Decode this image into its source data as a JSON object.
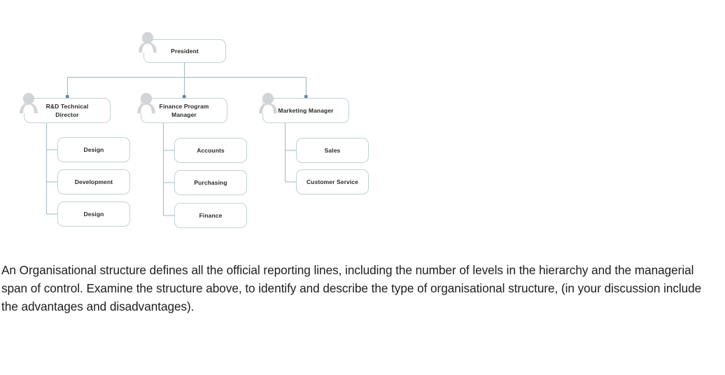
{
  "chart_data": {
    "type": "diagram",
    "diagram_type": "organisational-chart",
    "title": "",
    "nodes": [
      {
        "id": "president",
        "label": "President",
        "level": 0,
        "parent": null,
        "has_avatar": true
      },
      {
        "id": "rnd",
        "label": "R&D Technical\nDirector",
        "level": 1,
        "parent": "president",
        "has_avatar": true
      },
      {
        "id": "finance_mgr",
        "label": "Finance Program\nManager",
        "level": 1,
        "parent": "president",
        "has_avatar": true
      },
      {
        "id": "marketing",
        "label": "Marketing Manager",
        "level": 1,
        "parent": "president",
        "has_avatar": true
      },
      {
        "id": "design1",
        "label": "Design",
        "level": 2,
        "parent": "rnd",
        "has_avatar": false
      },
      {
        "id": "development",
        "label": "Development",
        "level": 2,
        "parent": "rnd",
        "has_avatar": false
      },
      {
        "id": "design2",
        "label": "Design",
        "level": 2,
        "parent": "rnd",
        "has_avatar": false
      },
      {
        "id": "accounts",
        "label": "Accounts",
        "level": 2,
        "parent": "finance_mgr",
        "has_avatar": false
      },
      {
        "id": "purchasing",
        "label": "Purchasing",
        "level": 2,
        "parent": "finance_mgr",
        "has_avatar": false
      },
      {
        "id": "finance",
        "label": "Finance",
        "level": 2,
        "parent": "finance_mgr",
        "has_avatar": false
      },
      {
        "id": "sales",
        "label": "Sales",
        "level": 2,
        "parent": "marketing",
        "has_avatar": false
      },
      {
        "id": "customer_service",
        "label": "Customer Service",
        "level": 2,
        "parent": "marketing",
        "has_avatar": false
      }
    ],
    "colors": {
      "node_border": "#bfd2d6",
      "node_fill": "#ffffff",
      "connector": "#9fb9bd",
      "arrow_marker": "#5b86a8",
      "avatar": "#d2d5d8",
      "label_text": "#2b2b2b",
      "body_text": "#1c1c1c"
    }
  },
  "chart": {
    "nodes": {
      "president": "President",
      "rnd": "R&D Technical\nDirector",
      "finance_mgr": "Finance Program\nManager",
      "marketing": "Marketing Manager",
      "design1": "Design",
      "development": "Development",
      "design2": "Design",
      "accounts": "Accounts",
      "purchasing": "Purchasing",
      "finance": "Finance",
      "sales": "Sales",
      "customer_service": "Customer Service"
    }
  },
  "question": {
    "text": "An Organisational structure defines all the official reporting lines, including the number of levels in the hierarchy and the managerial span of control. Examine the structure above, to identify and describe the type of organisational structure, (in your discussion include the advantages and disadvantages)."
  }
}
